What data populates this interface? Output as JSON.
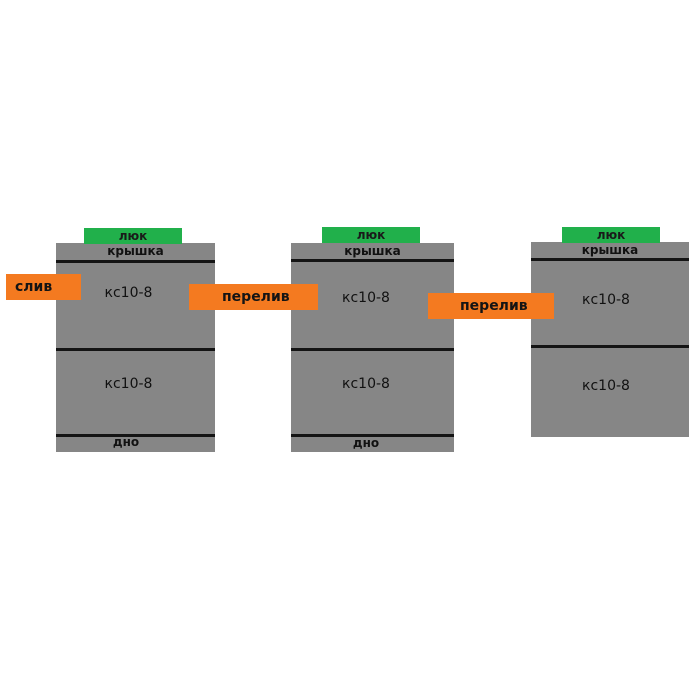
{
  "colors": {
    "well": "#868686",
    "hatch": "#21b04b",
    "pipe": "#f47a20",
    "line": "#141414"
  },
  "wells": [
    {
      "hatch": "люк",
      "cover": "крышка",
      "ring_top": "кс10-8",
      "ring_bottom": "кс10-8",
      "bottom": "дно"
    },
    {
      "hatch": "люк",
      "cover": "крышка",
      "ring_top": "кс10-8",
      "ring_bottom": "кс10-8",
      "bottom": "дно"
    },
    {
      "hatch": "люк",
      "cover": "крышка",
      "ring_top": "кс10-8",
      "ring_bottom": "кс10-8"
    }
  ],
  "pipes": [
    {
      "label": "слив"
    },
    {
      "label": "перелив"
    },
    {
      "label": "перелив"
    }
  ]
}
